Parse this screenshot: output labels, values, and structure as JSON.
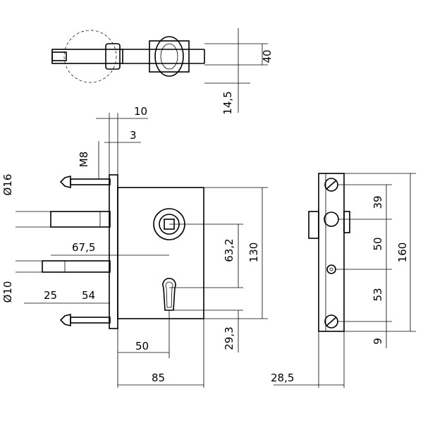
{
  "dimensions": {
    "top_height": "40",
    "top_offset": "14,5",
    "plate_thickness": "10",
    "gap": "3",
    "thread": "M8",
    "pin_diameter": "Ø16",
    "pin_small_diameter": "Ø10",
    "backset_pin": "67,5",
    "pin_length_small": "25",
    "pin_length": "54",
    "cylinder_distance": "63,2",
    "case_height": "130",
    "keyhole_bottom": "29,3",
    "backset": "50",
    "case_width": "85",
    "side_depth": "28,5",
    "hole_1": "39",
    "hole_2": "50",
    "hole_3": "53",
    "hole_4": "9",
    "plate_height": "160"
  }
}
